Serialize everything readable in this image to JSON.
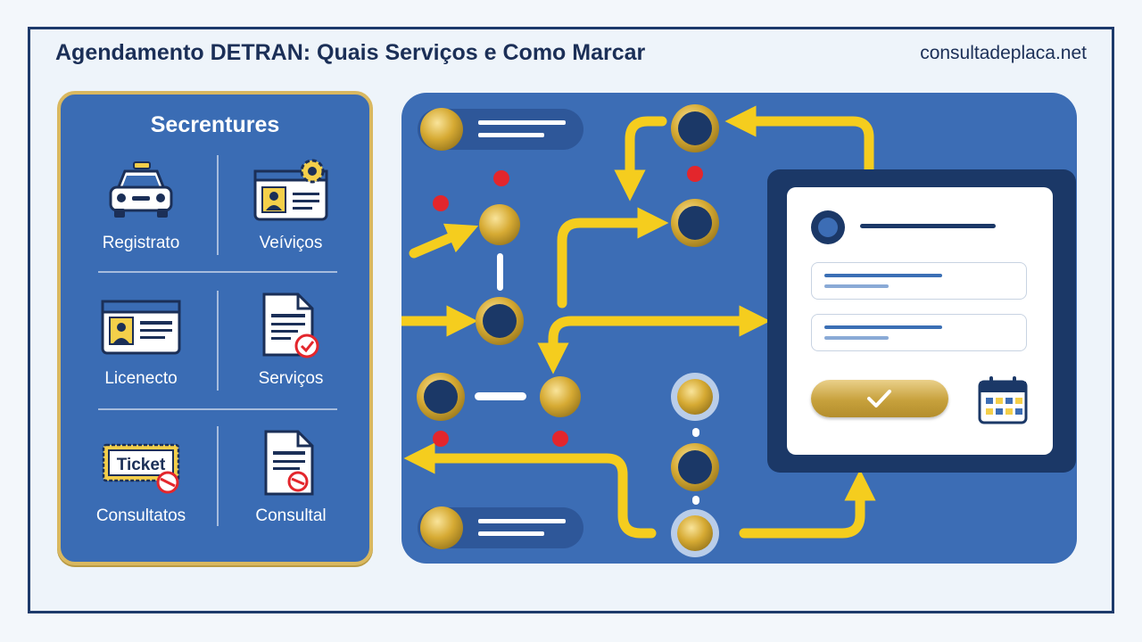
{
  "header": {
    "title": "Agendamento DETRAN: Quais Serviços e Como Marcar",
    "site": "consultadeplaca.net"
  },
  "services_panel": {
    "title": "Secrentures",
    "items": [
      {
        "label": "Registrato",
        "icon": "car-icon"
      },
      {
        "label": "Veíviços",
        "icon": "id-card-gear-icon"
      },
      {
        "label": "Licenecto",
        "icon": "license-card-icon"
      },
      {
        "label": "Serviços",
        "icon": "document-check-icon"
      },
      {
        "label": "Consultatos",
        "icon": "ticket-icon",
        "icon_text": "Ticket"
      },
      {
        "label": "Consultal",
        "icon": "document-stamp-icon"
      }
    ]
  },
  "flow": {
    "nodes": 10,
    "arrow_color": "#f5cd1e",
    "node_color": "#d6aa33",
    "marker_color": "#e3262c"
  },
  "form": {
    "fields": 2,
    "confirm_icon": "check-icon",
    "calendar_icon": "calendar-icon"
  },
  "colors": {
    "panel_blue": "#3a6cb4",
    "navy": "#1b3867",
    "gold": "#d9b860"
  }
}
